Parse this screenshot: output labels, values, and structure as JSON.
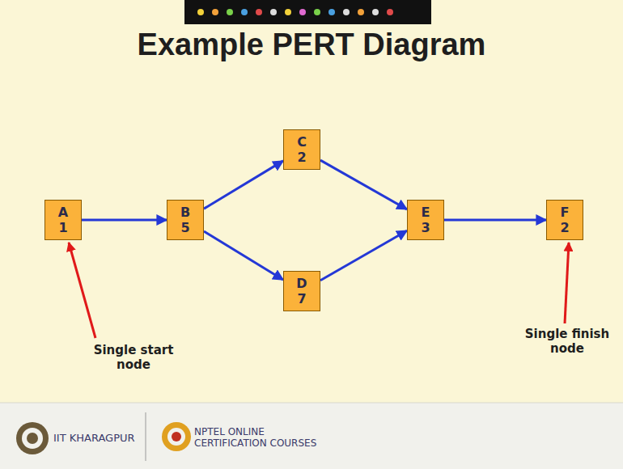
{
  "diagram": {
    "title": "Example PERT Diagram",
    "nodes": [
      {
        "text": [
          "A",
          "1"
        ]
      },
      {
        "text": [
          "B",
          "5"
        ]
      },
      {
        "text": [
          "C",
          "2"
        ]
      },
      {
        "text": [
          "D",
          "7"
        ]
      },
      {
        "text": [
          "E",
          "3"
        ]
      },
      {
        "text": [
          "F",
          "2"
        ]
      }
    ],
    "edges": [
      {
        "from": 0,
        "to": 1,
        "arrow": "to"
      },
      {
        "from": 1,
        "to": 2,
        "arrow": "to"
      },
      {
        "from": 1,
        "to": 3,
        "arrow": "to"
      },
      {
        "from": 2,
        "to": 4,
        "arrow": "to"
      },
      {
        "from": 3,
        "to": 4,
        "arrow": "to"
      },
      {
        "from": 4,
        "to": 5,
        "arrow": "to"
      }
    ],
    "labels": [
      "Single start node",
      "Single finish node",
      "IIT KHARAGPUR",
      "NPTEL ONLINE CERTIFICATION COURSES"
    ]
  }
}
